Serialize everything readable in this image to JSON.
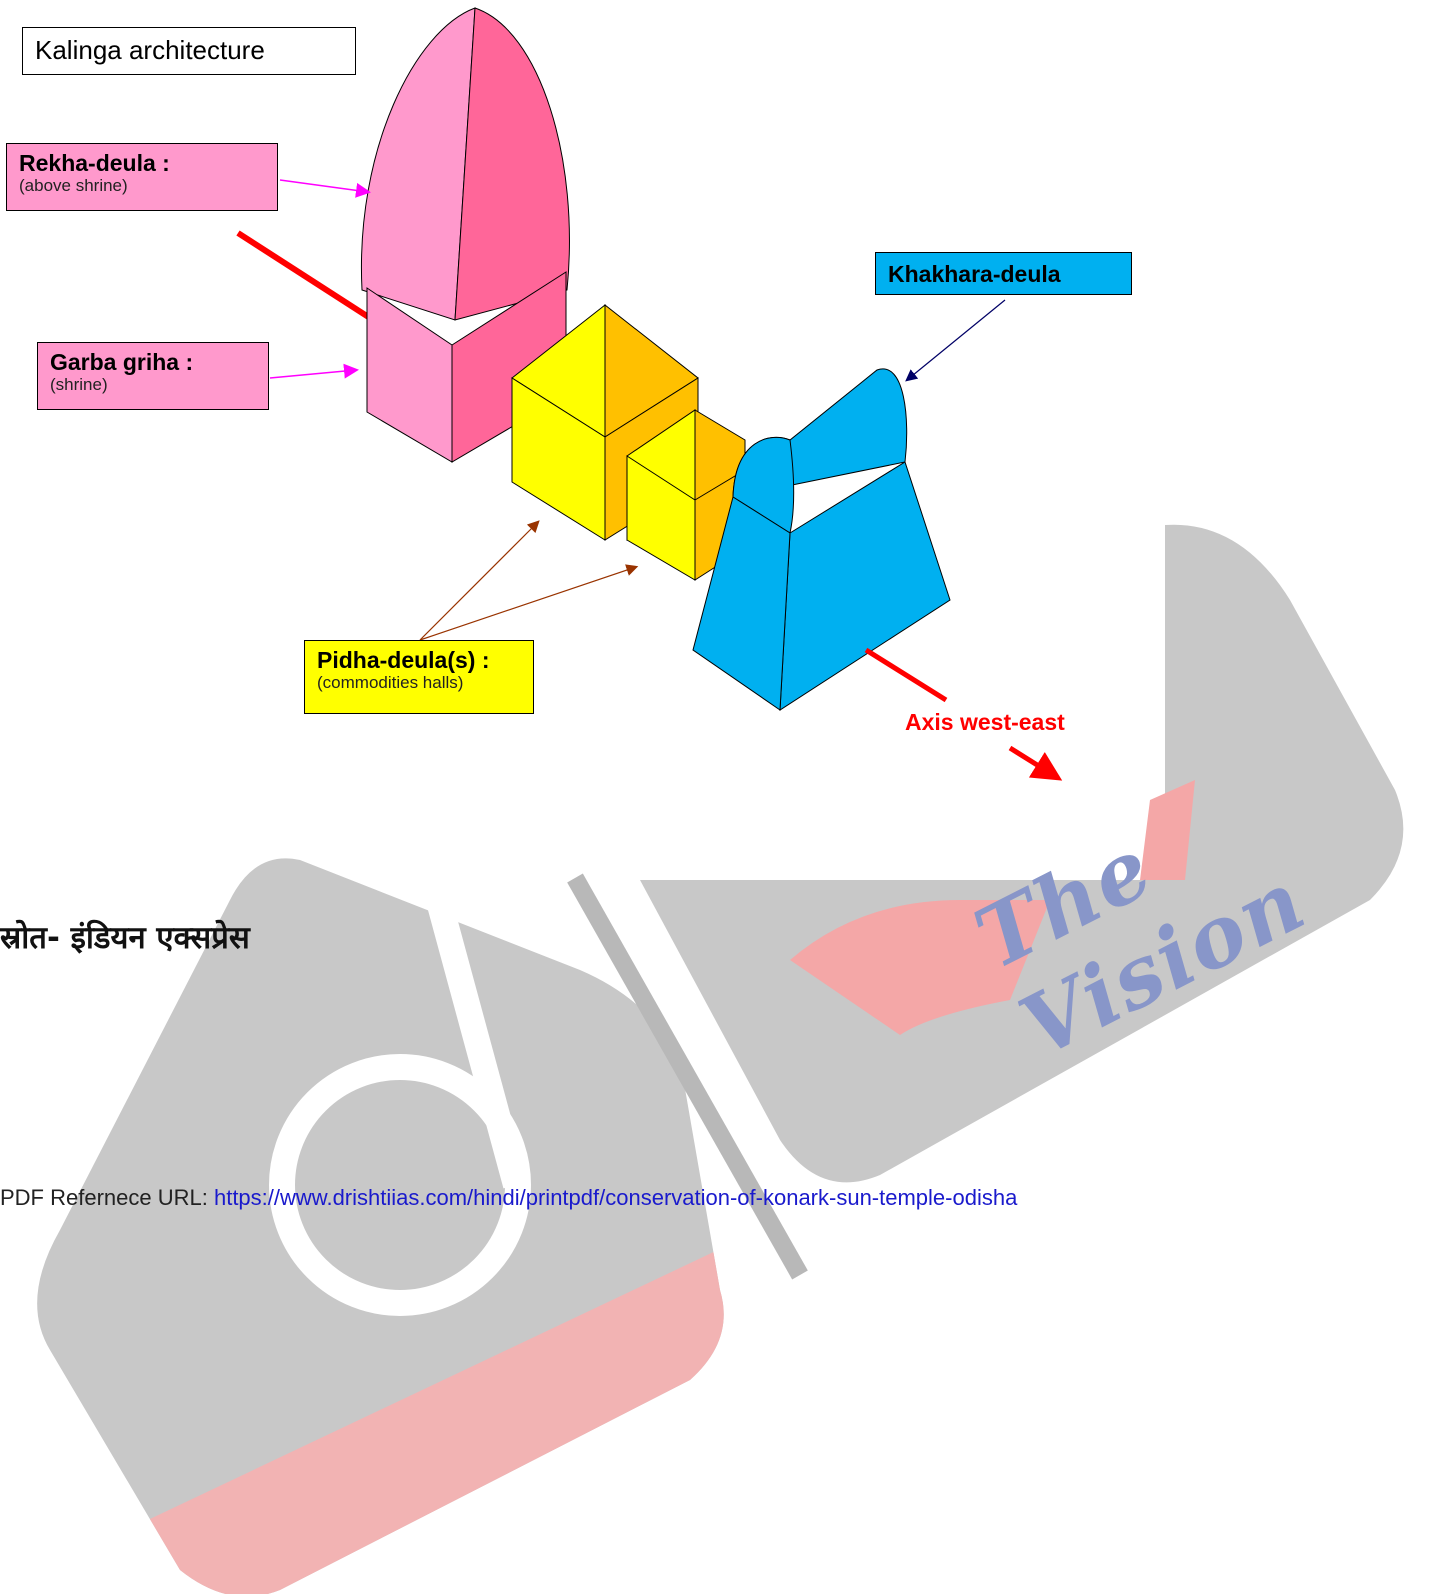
{
  "diagram": {
    "title": "Kalinga architecture",
    "rekha": {
      "main": "Rekha-deula :",
      "sub": "(above shrine)"
    },
    "garba": {
      "main": "Garba griha :",
      "sub": "(shrine)"
    },
    "khakhara": {
      "main": "Khakhara-deula"
    },
    "pidha": {
      "main": "Pidha-deula(s) :",
      "sub": "(commodities halls)"
    },
    "axis": "Axis west-east"
  },
  "source": "स्रोत- इंडियन एक्सप्रेस",
  "pdf_reference": {
    "label": "PDF Refernece URL: ",
    "url": "https://www.drishtiias.com/hindi/printpdf/conservation-of-konark-sun-temple-odisha"
  },
  "watermark": {
    "text": "The Vision"
  },
  "colors": {
    "pink_light": "#ff99cc",
    "pink_dark": "#ff6699",
    "yellow": "#ffff00",
    "orange": "#ffc000",
    "blue": "#00b0f0",
    "red": "#ff0000"
  }
}
